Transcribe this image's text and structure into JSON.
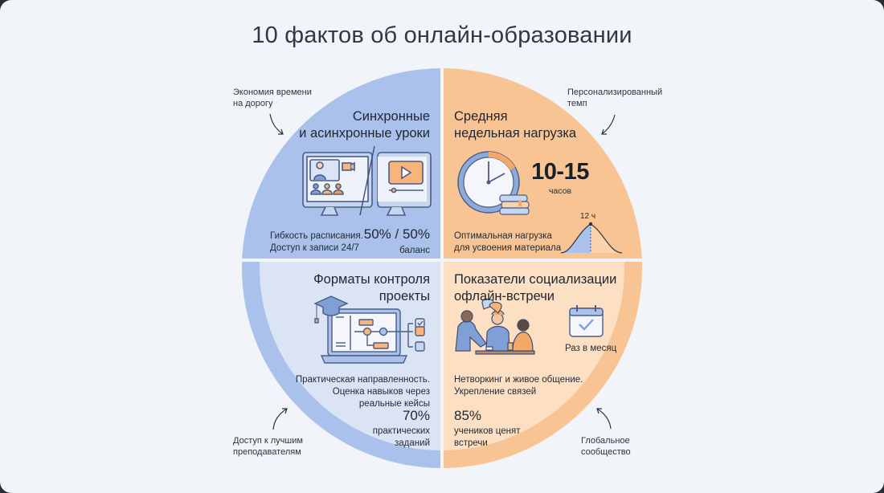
{
  "title": "10 фактов об онлайн-образовании",
  "colors": {
    "background": "#f1f4f9",
    "blue_quadrant": "#a9c1eb",
    "orange_quadrant": "#f9c493",
    "blue_light": "#dae4f5",
    "orange_light": "#fde0c4",
    "accent_orange": "#f3a866",
    "accent_blue": "#7f9fd6",
    "text": "#1f2630"
  },
  "annotations": {
    "top_left": "Экономия времени\nна дорогу",
    "top_right": "Персонализированный\nтемп",
    "bottom_left": "Доступ к лучшим\nпреподавателям",
    "bottom_right": "Глобальное\nсообщество"
  },
  "quadrants": {
    "top_left": {
      "title_line1": "Синхронные",
      "title_line2": "и асинхронные уроки",
      "icon": "monitor-sync-async-icon",
      "desc_line1": "Гибкость расписания.",
      "desc_line2": "Доступ к записи 24/7",
      "stat": "50% / 50%",
      "stat_label": "баланс"
    },
    "top_right": {
      "title_line1": "Средняя",
      "title_line2": "недельная нагрузка",
      "icon": "clock-books-icon",
      "stat": "10-15",
      "stat_label": "часов",
      "desc_line1": "Оптимальная нагрузка",
      "desc_line2": "для усвоения материала",
      "curve_label": "12 ч"
    },
    "bottom_left": {
      "title_line1": "Форматы контроля",
      "title_line2": "проекты",
      "icon": "laptop-project-flow-icon",
      "desc_line1": "Практическая направленность.",
      "desc_line2": "Оценка навыков через",
      "desc_line3": "реальные кейсы",
      "stat": "70%",
      "stat_label_line1": "практических",
      "stat_label_line2": "заданий"
    },
    "bottom_right": {
      "title_line1": "Показатели социализации",
      "title_line2": "офлайн-встречи",
      "icon": "people-meeting-icon",
      "calendar_icon": "calendar-check-icon",
      "calendar_label": "Раз в месяц",
      "desc_line1": "Нетворкинг и живое общение.",
      "desc_line2": "Укрепление связей",
      "stat": "85%",
      "stat_label_line1": "учеников ценят",
      "stat_label_line2": "встречи"
    }
  }
}
